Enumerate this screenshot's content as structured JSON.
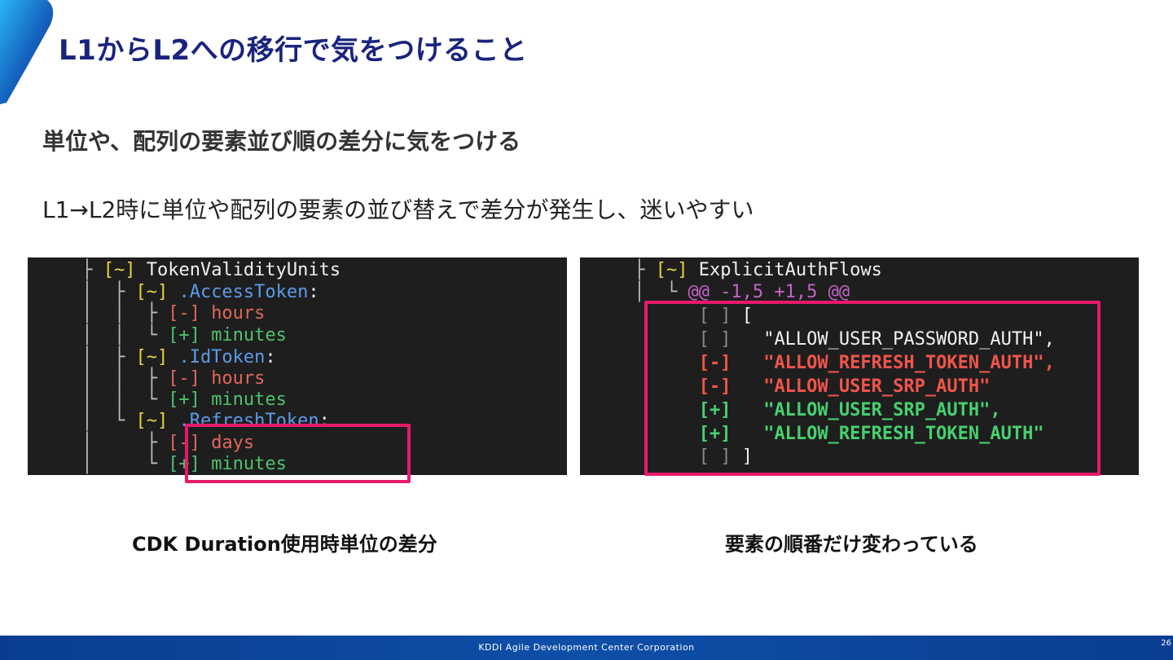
{
  "slide": {
    "title": "L1からL2への移行で気をつけること",
    "subheading": "単位や、配列の要素並び順の差分に気をつける",
    "body": "L1→L2時に単位や配列の要素の並び替えで差分が発生し、迷いやすい"
  },
  "left_panel": {
    "lines": [
      {
        "marker": "[~]",
        "name": "TokenValidityUnits"
      },
      {
        "marker": "[~]",
        "name": ".AccessToken",
        "suffix": ":"
      },
      {
        "marker": "[-]",
        "name": "hours"
      },
      {
        "marker": "[+]",
        "name": "minutes"
      },
      {
        "marker": "[~]",
        "name": ".IdToken",
        "suffix": ":"
      },
      {
        "marker": "[-]",
        "name": "hours"
      },
      {
        "marker": "[+]",
        "name": "minutes"
      },
      {
        "marker": "[~]",
        "name": ".RefreshToken",
        "suffix": ":"
      },
      {
        "marker": "[-]",
        "name": "days"
      },
      {
        "marker": "[+]",
        "name": "minutes"
      }
    ],
    "caption": "CDK Duration使用時単位の差分"
  },
  "right_panel": {
    "header": {
      "marker": "[~]",
      "name": "ExplicitAuthFlows"
    },
    "hunk": "@@ -1,5 +1,5 @@",
    "lines": [
      {
        "marker": "[ ]",
        "text": "["
      },
      {
        "marker": "[ ]",
        "text": "  \"ALLOW_USER_PASSWORD_AUTH\","
      },
      {
        "marker": "[-]",
        "text": "  \"ALLOW_REFRESH_TOKEN_AUTH\","
      },
      {
        "marker": "[-]",
        "text": "  \"ALLOW_USER_SRP_AUTH\""
      },
      {
        "marker": "[+]",
        "text": "  \"ALLOW_USER_SRP_AUTH\","
      },
      {
        "marker": "[+]",
        "text": "  \"ALLOW_REFRESH_TOKEN_AUTH\""
      },
      {
        "marker": "[ ]",
        "text": "]"
      }
    ],
    "caption": "要素の順番だけ変わっている"
  },
  "footer": {
    "company": "KDDI Agile Development Center Corporation",
    "page": "26"
  },
  "colors": {
    "title": "#1a237e",
    "highlight": "#e8196b",
    "footer": "#0e4fa8"
  }
}
